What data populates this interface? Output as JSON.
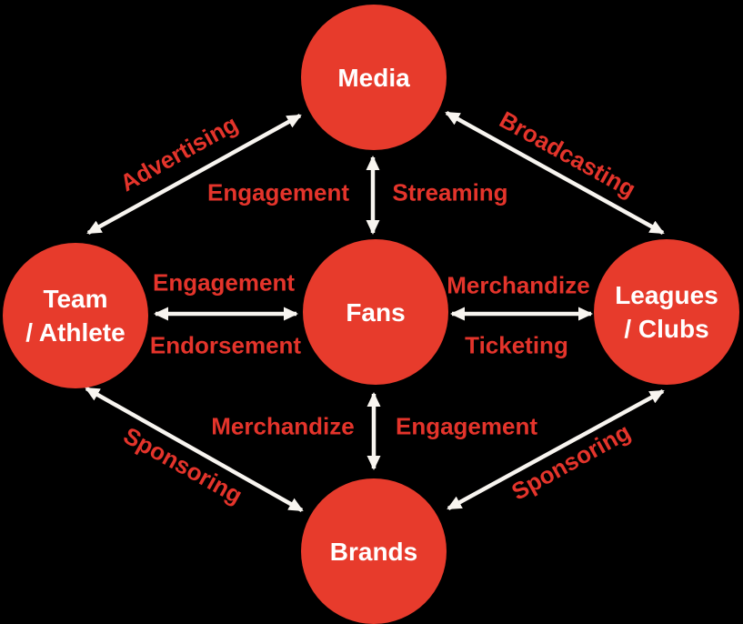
{
  "diagram": {
    "type": "network-relationship-diagram",
    "background_color": "#000000",
    "node_color": "#e73b2c",
    "node_text_color": "#ffffff",
    "label_color": "#e4342b",
    "arrow_color": "#f8f5f0"
  },
  "nodes": {
    "media": {
      "label": "Media"
    },
    "team_athlete": {
      "label": "Team\n/ Athlete"
    },
    "fans": {
      "label": "Fans"
    },
    "leagues_clubs": {
      "label": "Leagues\n/ Clubs"
    },
    "brands": {
      "label": "Brands"
    }
  },
  "edges": [
    {
      "id": "team-media",
      "from": "team_athlete",
      "to": "media",
      "direction": "both",
      "labels": [
        "Advertising"
      ]
    },
    {
      "id": "media-fans",
      "from": "media",
      "to": "fans",
      "direction": "both",
      "labels": [
        "Engagement",
        "Streaming"
      ]
    },
    {
      "id": "media-leagues",
      "from": "media",
      "to": "leagues_clubs",
      "direction": "both",
      "labels": [
        "Broadcasting"
      ]
    },
    {
      "id": "team-fans",
      "from": "team_athlete",
      "to": "fans",
      "direction": "both",
      "labels": [
        "Engagement",
        "Endorsement"
      ]
    },
    {
      "id": "fans-leagues",
      "from": "fans",
      "to": "leagues_clubs",
      "direction": "both",
      "labels": [
        "Merchandize",
        "Ticketing"
      ]
    },
    {
      "id": "fans-brands",
      "from": "fans",
      "to": "brands",
      "direction": "both",
      "labels": [
        "Merchandize",
        "Engagement"
      ]
    },
    {
      "id": "team-brands",
      "from": "team_athlete",
      "to": "brands",
      "direction": "both",
      "labels": [
        "Sponsoring"
      ]
    },
    {
      "id": "brands-leagues",
      "from": "brands",
      "to": "leagues_clubs",
      "direction": "both",
      "labels": [
        "Sponsoring"
      ]
    }
  ]
}
